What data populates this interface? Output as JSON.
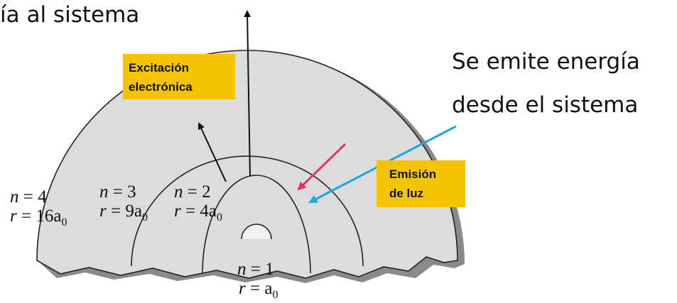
{
  "top_left_caption": "ía al sistema",
  "top_right_caption": {
    "line1": "Se emite energía",
    "line2": "desde el sistema"
  },
  "excitation_label": {
    "line1": "Excitación",
    "line2": "electrónica"
  },
  "emission_label": {
    "line1": "Emisión",
    "line2": "de luz"
  },
  "orbits": [
    {
      "n_label": "n = 4",
      "r_label": "r = 16a0",
      "n": "4",
      "r": "16a",
      "sub": "0"
    },
    {
      "n_label": "n = 3",
      "r_label": "r = 9a0",
      "n": "3",
      "r": "9a",
      "sub": "0"
    },
    {
      "n_label": "n = 2",
      "r_label": "r = 4a0",
      "n": "2",
      "r": "4a",
      "sub": "0"
    },
    {
      "n_label": "n = 1",
      "r_label": "r = a0",
      "n": "1",
      "r": "a",
      "sub": "0"
    }
  ],
  "colors": {
    "ground": "#dcdcdc",
    "box": "#f5c400",
    "emission_arrow_pink": "#e0307a",
    "emission_arrow_blue": "#1aa6df",
    "excitation_arrow": "#111111"
  }
}
